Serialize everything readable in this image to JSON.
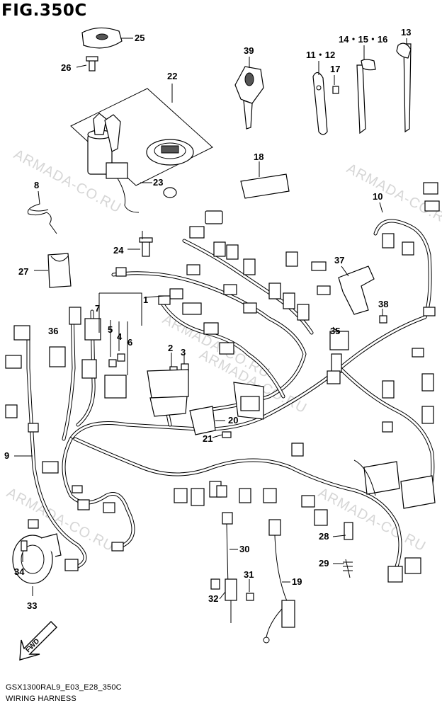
{
  "figure": {
    "title": "FIG.350C",
    "code": "GSX1300RAL9_E03_E28_350C",
    "caption": "WIRING HARNESS",
    "fwd_label": "FWD"
  },
  "watermarks": [
    "ARMADA-CO.RU",
    "ARMADA-CO.RU",
    "ARMADA-CO.RU",
    "ARMADA-CO.RU",
    "ARMADA-CO.RU",
    "ARMADA-CO.RU"
  ],
  "callouts": [
    "25",
    "26",
    "22",
    "23",
    "39",
    "11・12",
    "17",
    "14・15・16",
    "13",
    "8",
    "18",
    "10",
    "24",
    "27",
    "37",
    "38",
    "1",
    "7",
    "5",
    "4",
    "6",
    "36",
    "2",
    "3",
    "35",
    "20",
    "21",
    "9",
    "30",
    "28",
    "34",
    "29",
    "31",
    "19",
    "32",
    "33"
  ]
}
